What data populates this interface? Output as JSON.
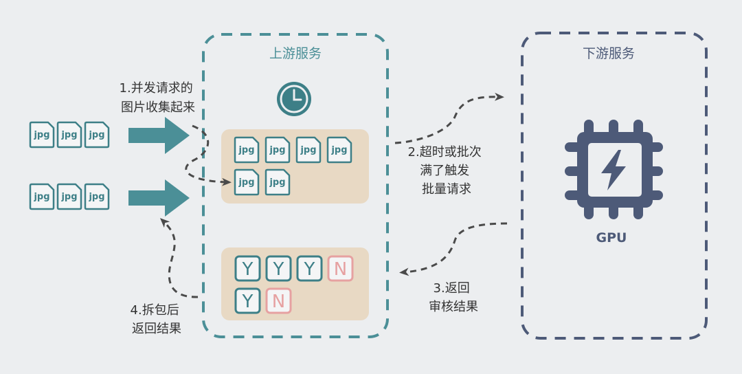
{
  "upstream": {
    "title": "上游服务"
  },
  "downstream": {
    "title": "下游服务",
    "chip_label": "GPU"
  },
  "file_label": "jpg",
  "steps": {
    "step1": [
      "1.并发请求的",
      "图片收集起来"
    ],
    "step2": [
      "2.超时或批次",
      "满了触发",
      "批量请求"
    ],
    "step3": [
      "3.返回",
      "审核结果"
    ],
    "step4": [
      "4.拆包后",
      "返回结果"
    ]
  },
  "results": [
    "Y",
    "Y",
    "Y",
    "N",
    "Y",
    "N"
  ],
  "colors": {
    "background": "#eceef0",
    "upstream_border": "#4b8f97",
    "downstream_border": "#4d5a78",
    "teal": "#3d7f87",
    "tray": "#e8d9c4",
    "reject": "#e6a1a1",
    "arrow_dark": "#4a4a4a",
    "text": "#333333"
  }
}
